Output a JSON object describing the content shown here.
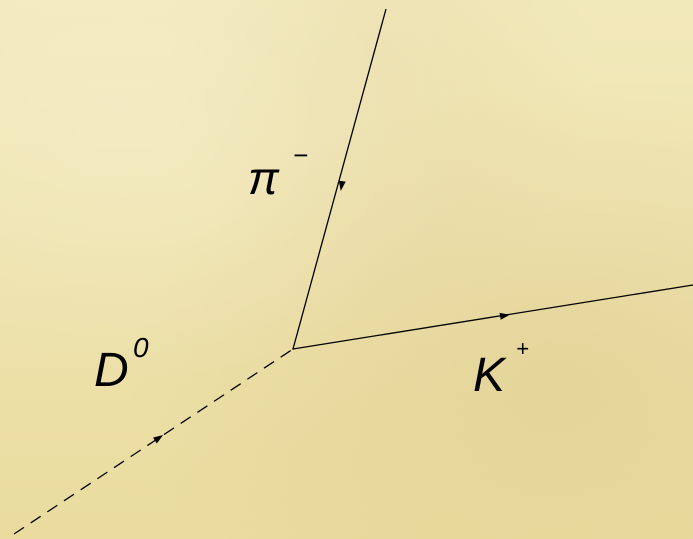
{
  "diagram": {
    "labels": {
      "pion": "π",
      "pion_charge": "−",
      "kaon": "K",
      "kaon_charge": "+",
      "d_meson": "D",
      "d_meson_charge": "0"
    },
    "colors": {
      "background": "#f0e6b4",
      "lines": "#000000"
    }
  }
}
